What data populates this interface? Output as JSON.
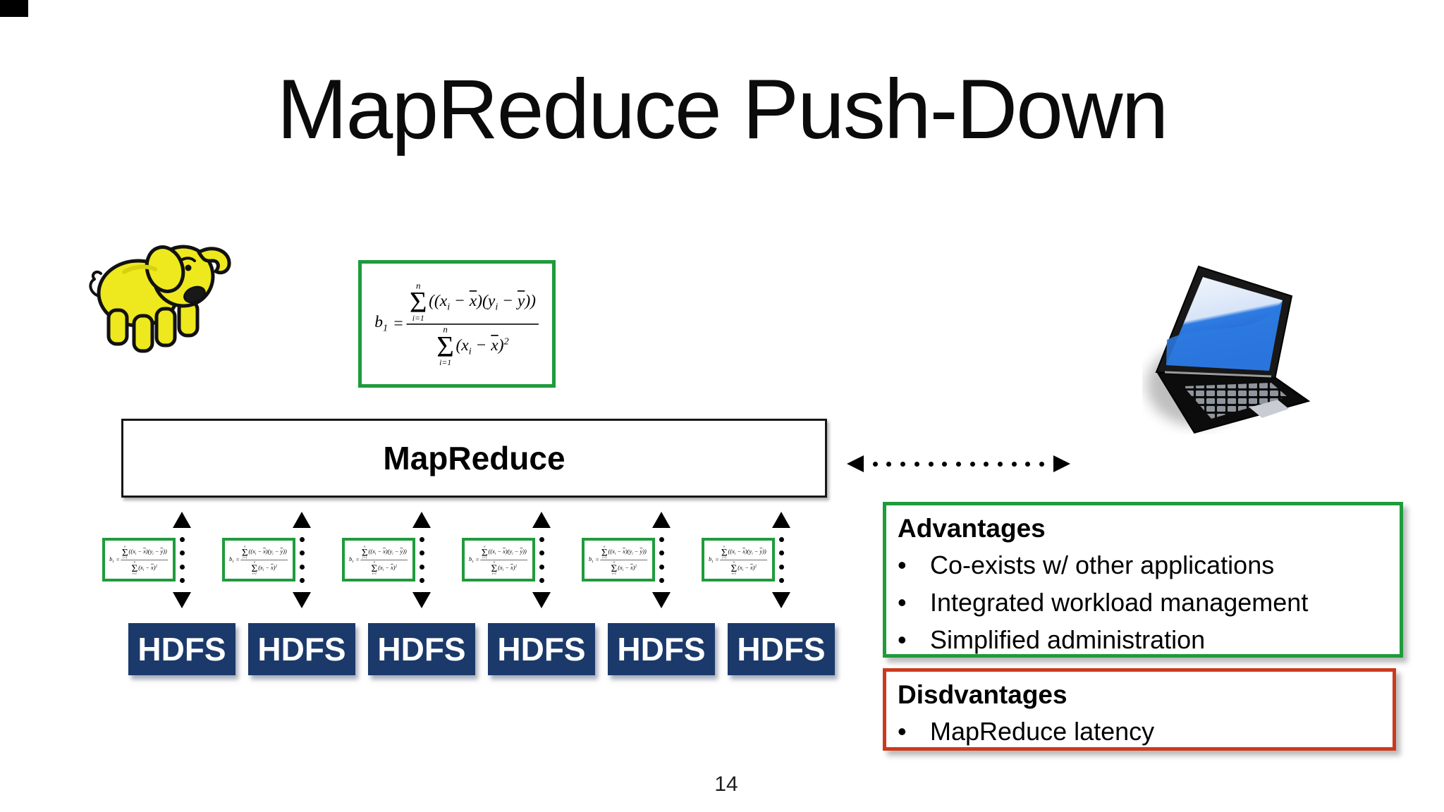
{
  "slide": {
    "title": "MapReduce Push-Down",
    "page_number": "14",
    "background": "#ffffff"
  },
  "colors": {
    "accent_green": "#1f9b3c",
    "accent_red": "#cc3a1d",
    "hdfs_navy": "#1b3a6b"
  },
  "icons": {
    "top_left": "hadoop-elephant",
    "right": "laptop-computer"
  },
  "formula": {
    "lhs": "b",
    "lhs_sub": "1",
    "equals": "=",
    "sigma": "Σ",
    "sum_upper": "n",
    "sum_lower": "i=1",
    "num_open": "((",
    "var_x": "x",
    "sub_i": "i",
    "minus": "−",
    "num_mid": ")(",
    "var_y": "y",
    "num_close": "))",
    "den_open": "(",
    "den_close": ")",
    "den_exponent": "2"
  },
  "mapreduce": {
    "label": "MapReduce"
  },
  "hdfs": {
    "label": "HDFS",
    "count": 6
  },
  "advantages": {
    "title": "Advantages",
    "bullet": "•",
    "items": [
      "Co-exists w/ other applications",
      "Integrated workload management",
      "Simplified administration"
    ]
  },
  "disadvantages": {
    "title": "Disdvantages",
    "bullet": "•",
    "items": [
      "MapReduce latency"
    ]
  }
}
